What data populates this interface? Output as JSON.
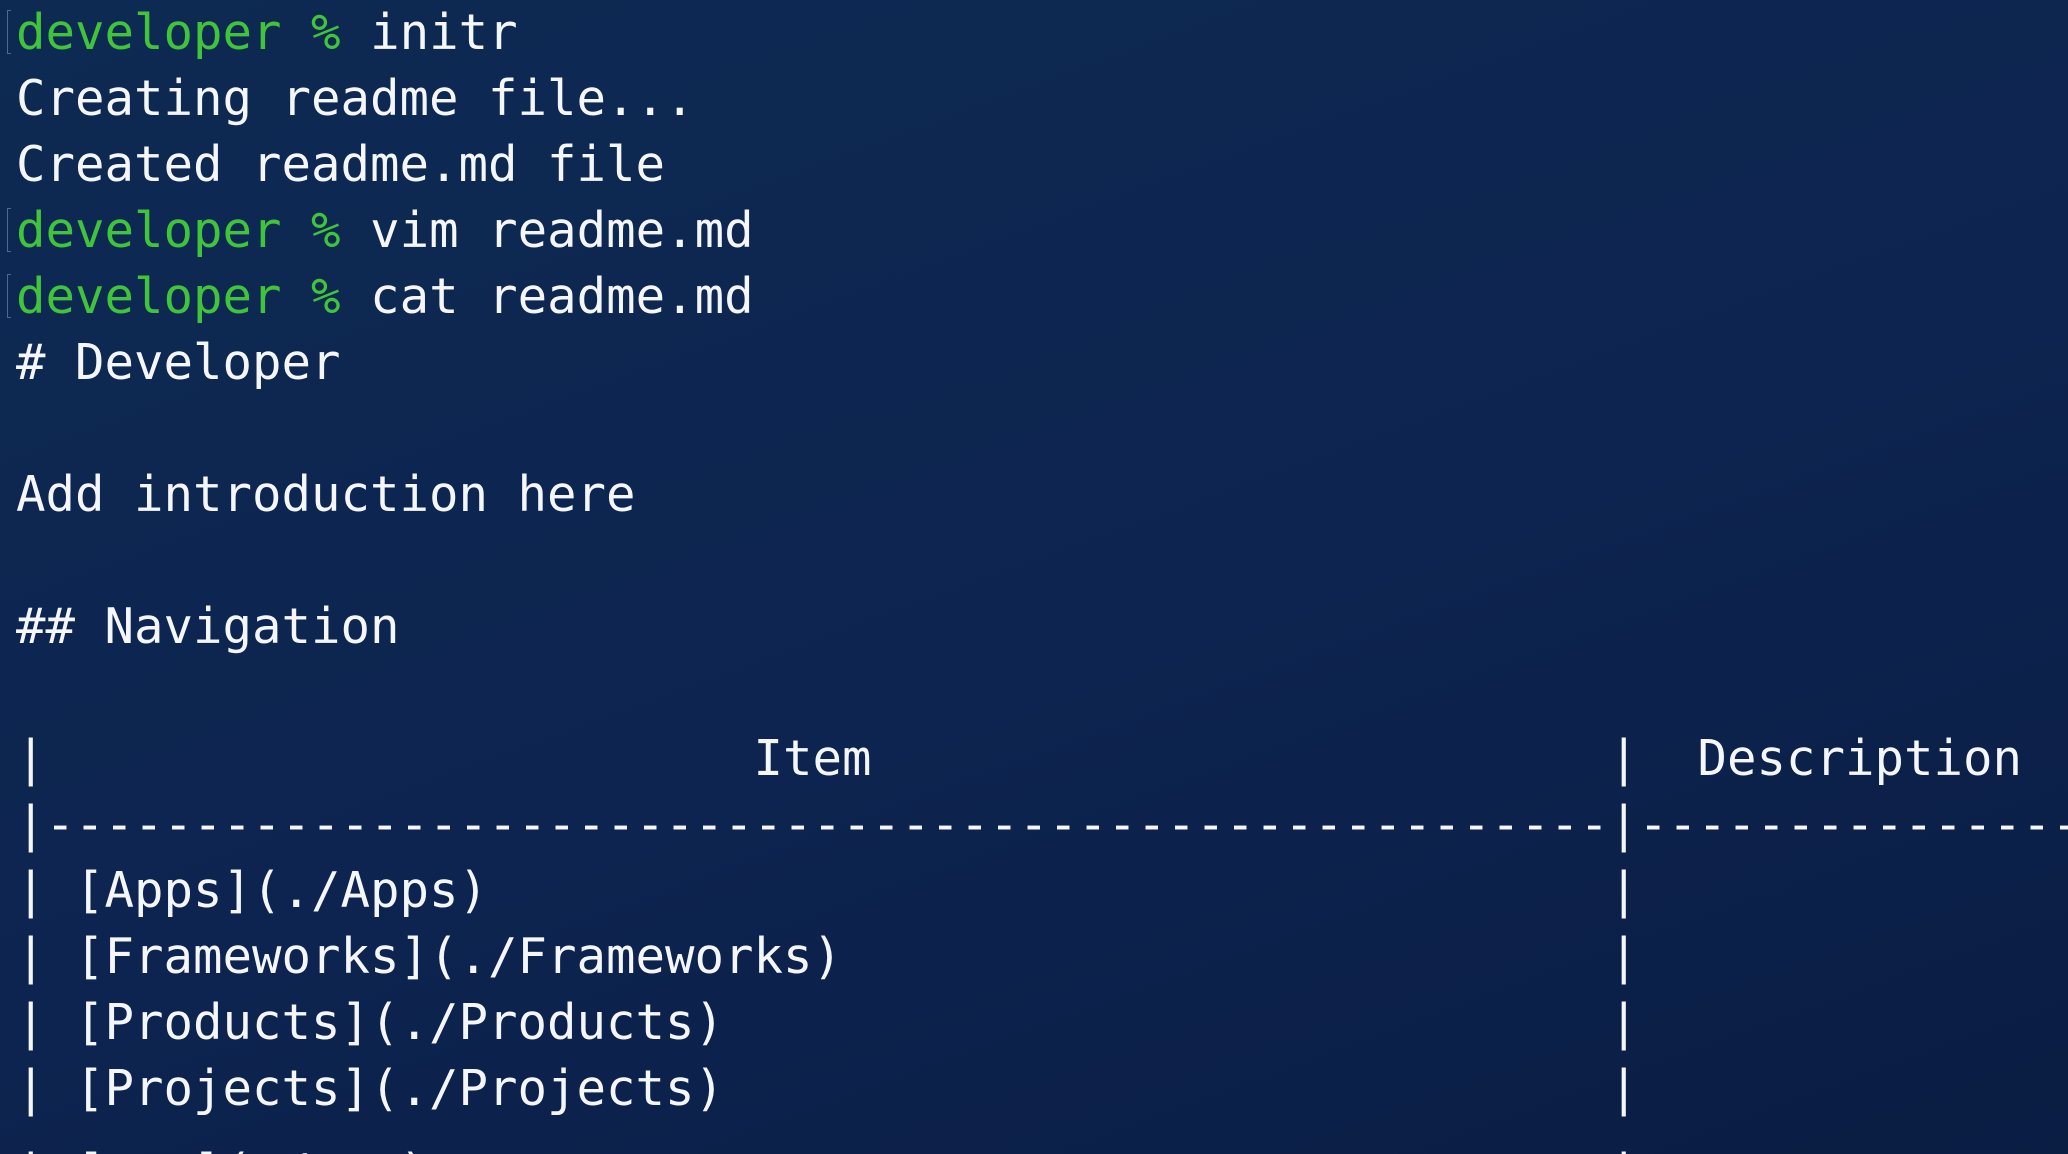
{
  "terminal": {
    "colors": {
      "background": "#0d2450",
      "prompt": "#3fc43a",
      "text": "#f4f6fa"
    },
    "prompts": [
      {
        "user": "developer",
        "symbol": "%",
        "command": "initr"
      },
      {
        "user": "developer",
        "symbol": "%",
        "command": "vim readme.md"
      },
      {
        "user": "developer",
        "symbol": "%",
        "command": "cat readme.md"
      }
    ],
    "output_initr": [
      "Creating readme file...",
      "Created readme.md file"
    ],
    "readme": {
      "heading": "# Developer",
      "intro": "Add introduction here",
      "nav_heading": "## Navigation",
      "table_header": "|                        Item                         |  Description  |",
      "table_separator": "|-----------------------------------------------------|---------------|",
      "table_rows": [
        "| [Apps](./Apps)                                      |               |",
        "| [Frameworks](./Frameworks)                          |               |",
        "| [Products](./Products)                              |               |",
        "| [Projects](./Projects)                              |               |",
        "| [pro](./pro)                                        |               |"
      ]
    }
  }
}
